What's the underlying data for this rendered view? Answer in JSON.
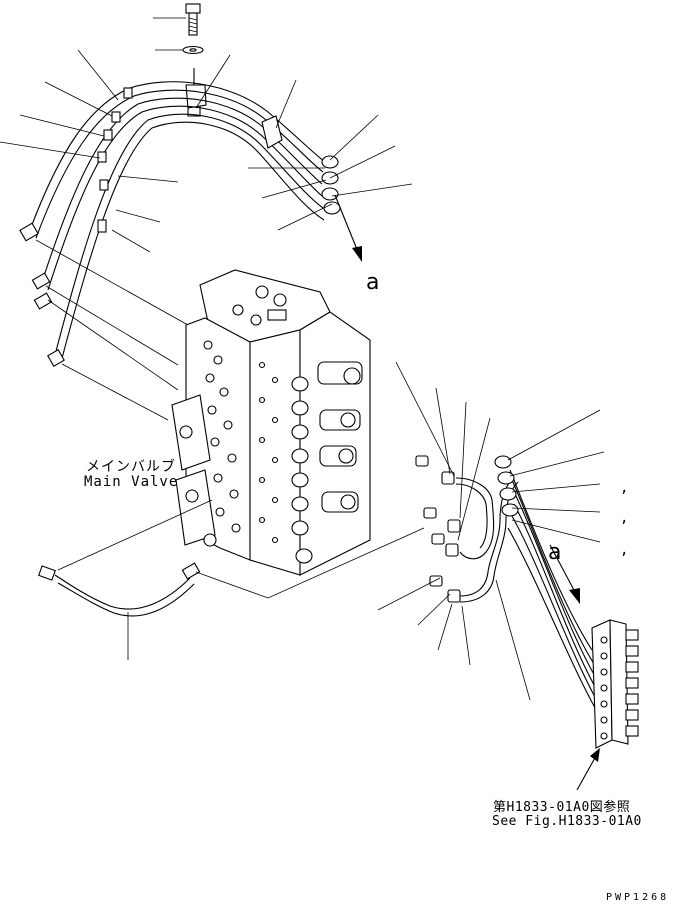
{
  "labels": {
    "main_valve_jp": "メインバルブ",
    "main_valve_en": "Main Valve",
    "ref_jp": "第H1833-01A0図参照",
    "ref_en": "See Fig.H1833-01A0",
    "arrow_a_top": "a",
    "arrow_a_right": "a",
    "drawing_code": "PWP1268",
    "commas": [
      ",",
      ",",
      ","
    ]
  },
  "colors": {
    "ink": "#000000",
    "paper": "#ffffff"
  }
}
